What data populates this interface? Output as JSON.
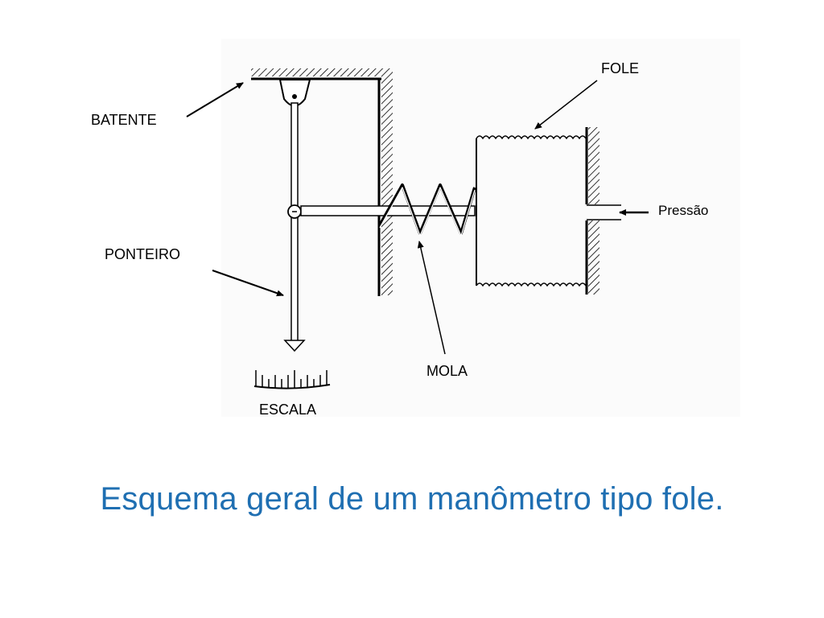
{
  "diagram": {
    "labels": {
      "batente": "BATENTE",
      "ponteiro": "PONTEIRO",
      "escala": "ESCALA",
      "mola": "MOLA",
      "fole": "FOLE",
      "pressao": "Pressão"
    }
  },
  "caption": "Esquema geral de um manômetro tipo fole.",
  "colors": {
    "caption": "#1f6fb2",
    "lines": "#000000",
    "panel": "#fbfbfb"
  }
}
